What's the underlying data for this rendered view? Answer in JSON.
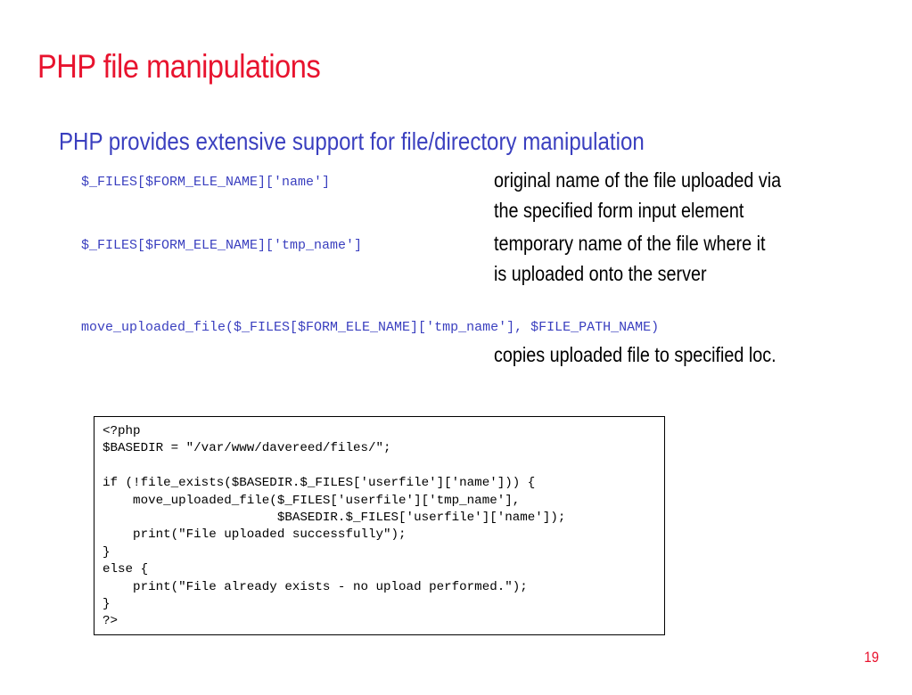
{
  "slide": {
    "title": "PHP file manipulations",
    "subtitle": "PHP provides extensive support for file/directory manipulation",
    "page_number": "19"
  },
  "items": [
    {
      "term": "$_FILES[$FORM_ELE_NAME]['name']",
      "description": [
        "original name of the file uploaded via",
        "the specified form input element"
      ]
    },
    {
      "term": "$_FILES[$FORM_ELE_NAME]['tmp_name']",
      "description": [
        "temporary name of the file where it",
        "is uploaded onto the server"
      ]
    },
    {
      "term": "move_uploaded_file($_FILES[$FORM_ELE_NAME]['tmp_name'], $FILE_PATH_NAME)",
      "description": [
        "copies uploaded file to specified loc."
      ]
    }
  ],
  "code_example": {
    "lines": [
      "<?php",
      "$BASEDIR = \"/var/www/davereed/files/\";",
      "",
      "if (!file_exists($BASEDIR.$_FILES['userfile']['name'])) {",
      "    move_uploaded_file($_FILES['userfile']['tmp_name'],",
      "                       $BASEDIR.$_FILES['userfile']['name']);",
      "    print(\"File uploaded successfully\");",
      "}",
      "else {",
      "    print(\"File already exists - no upload performed.\");",
      "}",
      "?>"
    ]
  }
}
